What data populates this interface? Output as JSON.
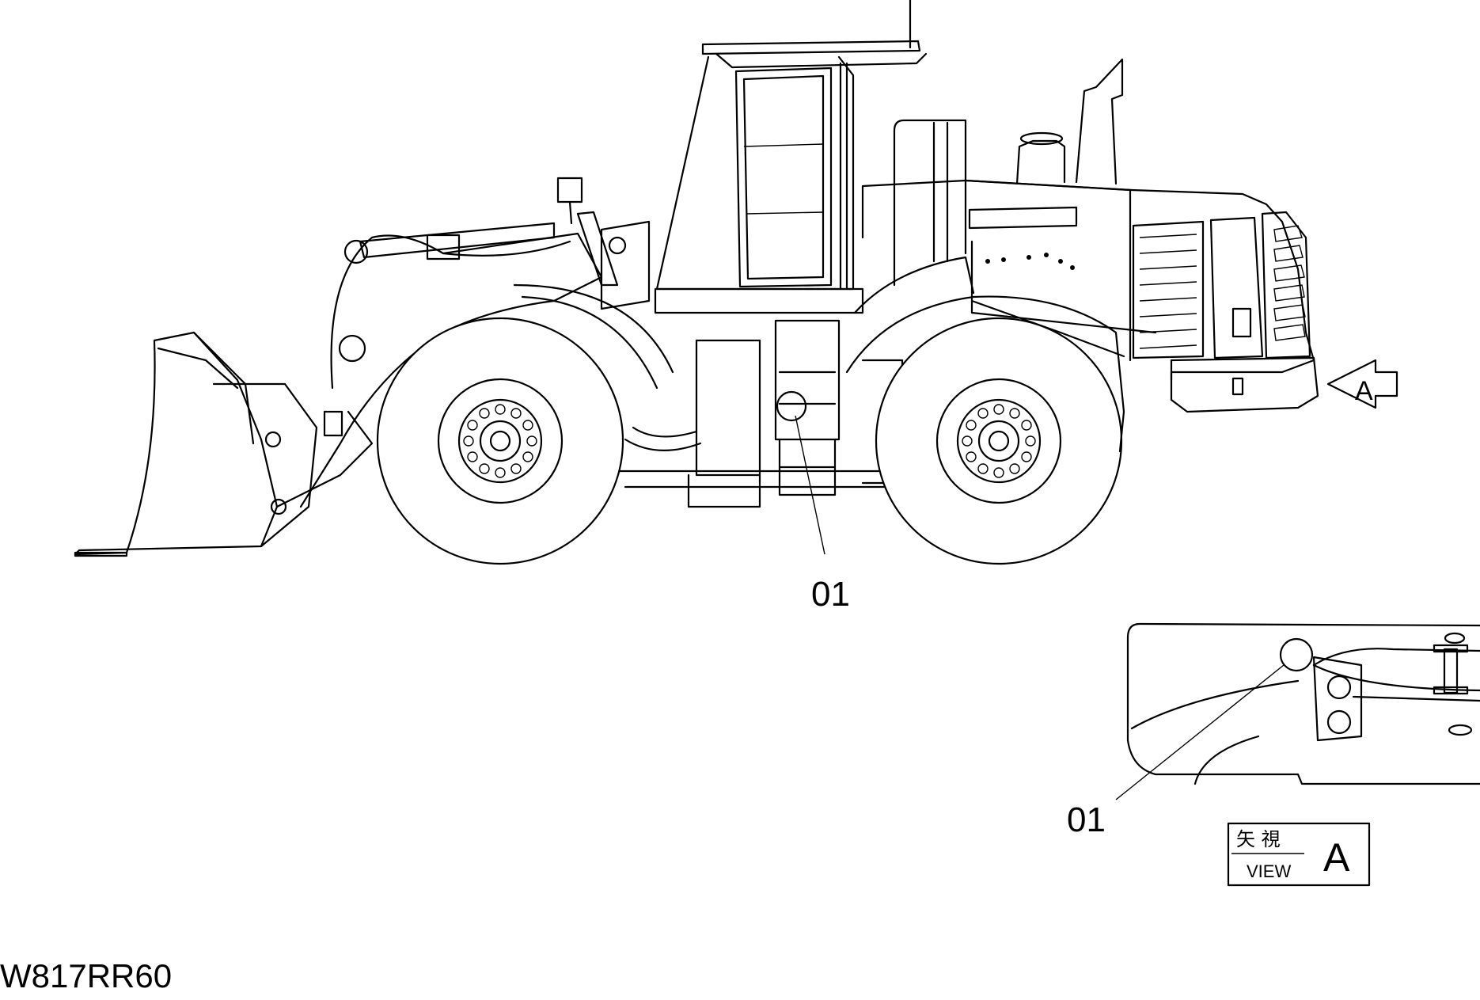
{
  "drawing_id": "W817RR60",
  "callouts": {
    "main_view": "01",
    "detail_view": "01"
  },
  "view_arrow_letter": "A",
  "view_label": {
    "japanese": "矢 視",
    "english": "VIEW",
    "letter": "A"
  }
}
